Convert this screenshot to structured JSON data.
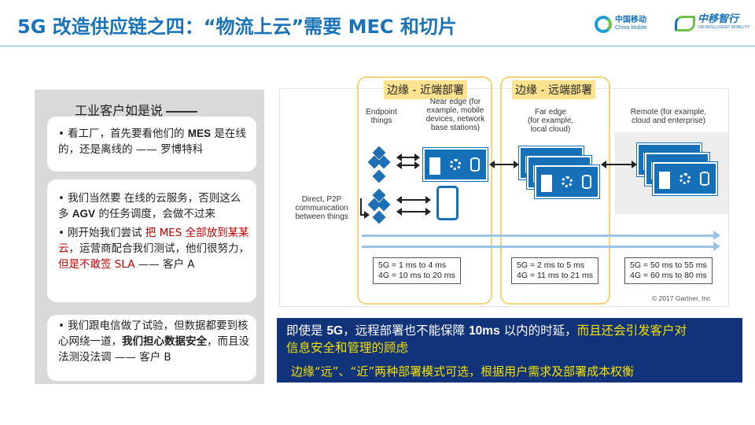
{
  "header": {
    "title": "5G 改造供应链之四：“物流上云”需要 MEC 和切片",
    "logo_china_mobile_cn": "中国移动",
    "logo_china_mobile_en": "China Mobile",
    "logo_zhongyi_cn": "中移智行",
    "logo_zhongyi_en": "CM INTELLIGENT MOBILITY"
  },
  "left": {
    "heading": "工业客户如是说",
    "quote1": {
      "bullet": "•",
      "pre": "看工厂，首先要看他们的 ",
      "mes": "MES",
      "post": " 是在线的，还是离线的 —— 罗博特科"
    },
    "quote2a": {
      "bullet": "•",
      "pre": "我们当然要 在线的云服务，否则这么多 ",
      "agv": "AGV",
      "post": " 的任务调度，会做不过来"
    },
    "quote2b": {
      "bullet": "•",
      "pre": "刚开始我们尝试 ",
      "red1": "把 MES 全部放到某某云",
      "mid": "，运营商配合我们测试，他们很努力，",
      "red2": "但是不敢签 SLA",
      "post": " —— 客户 A"
    },
    "quote3": {
      "bullet": "•",
      "pre": "我们跟电信做了试验，但数据都要到核心网绕一道，",
      "bold": "我们担心数据安全",
      "post": "，而且没法测没法调 —— 客户 B"
    }
  },
  "diagram": {
    "tag_near": "边缘 - 近端部署",
    "tag_far": "边缘 - 远端部署",
    "label_endpoint": "Endpoint\nthings",
    "label_near": "Near edge (for\nexample, mobile\ndevices, network\nbase stations)",
    "label_far": "Far edge\n(for example,\nlocal cloud)",
    "label_remote": "Remote (for example,\ncloud and enterprise)",
    "label_p2p": "Direct, P2P\ncommunication\nbetween things",
    "latency_near_5g": "5G = 1 ms to 4 ms",
    "latency_near_4g": "4G = 10 ms to 20 ms",
    "latency_far_5g": "5G = 2 ms to 5 ms",
    "latency_far_4g": "4G = 11 ms to 21 ms",
    "latency_remote_5g": "5G = 50 ms to 55 ms",
    "latency_remote_4g": "4G = 60 ms to 80 ms",
    "copyright": "© 2017 Gartner, Inc"
  },
  "summary": {
    "line1_a": "即使是 ",
    "line1_5g": "5G",
    "line1_b": "，远程部署也不能保障 ",
    "line1_10ms": "10ms",
    "line1_c": " 以内的时延，",
    "line1_d": "而且还会引发客户对",
    "line2": "信息安全和管理的顾虑",
    "line3": "边缘“远”、“近”两种部署模式可选，根据用户需求及部署成本权衡"
  },
  "colors": {
    "title_blue": "#1a73b8",
    "summary_bg": "#10337a",
    "highlight_yellow": "#f5e000",
    "quote_red": "#c00000",
    "tag_yellow": "#fbe38f"
  }
}
